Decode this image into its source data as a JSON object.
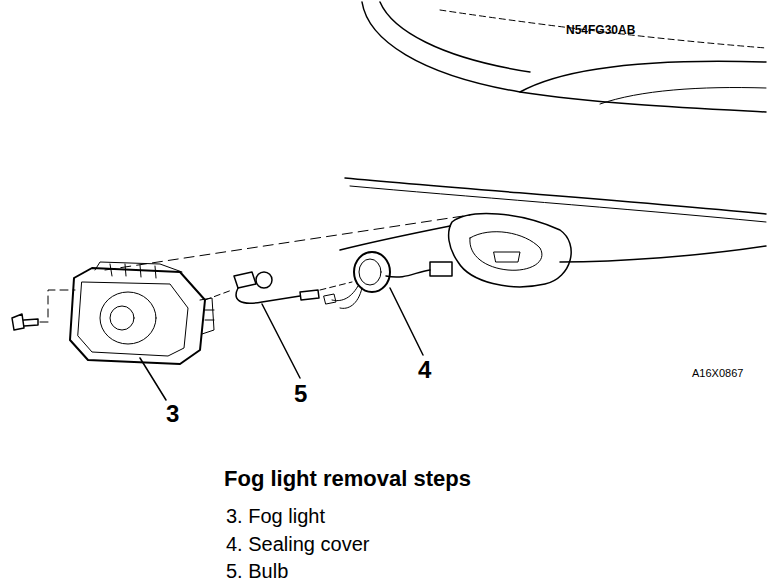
{
  "diagram": {
    "title": "Fog light removal steps",
    "labels": [
      "N54FG30AB",
      "4",
      "5",
      "3",
      "A16X0867",
      "3. Fog light",
      "4. Sealing cover",
      "5. Bulb"
    ]
  }
}
